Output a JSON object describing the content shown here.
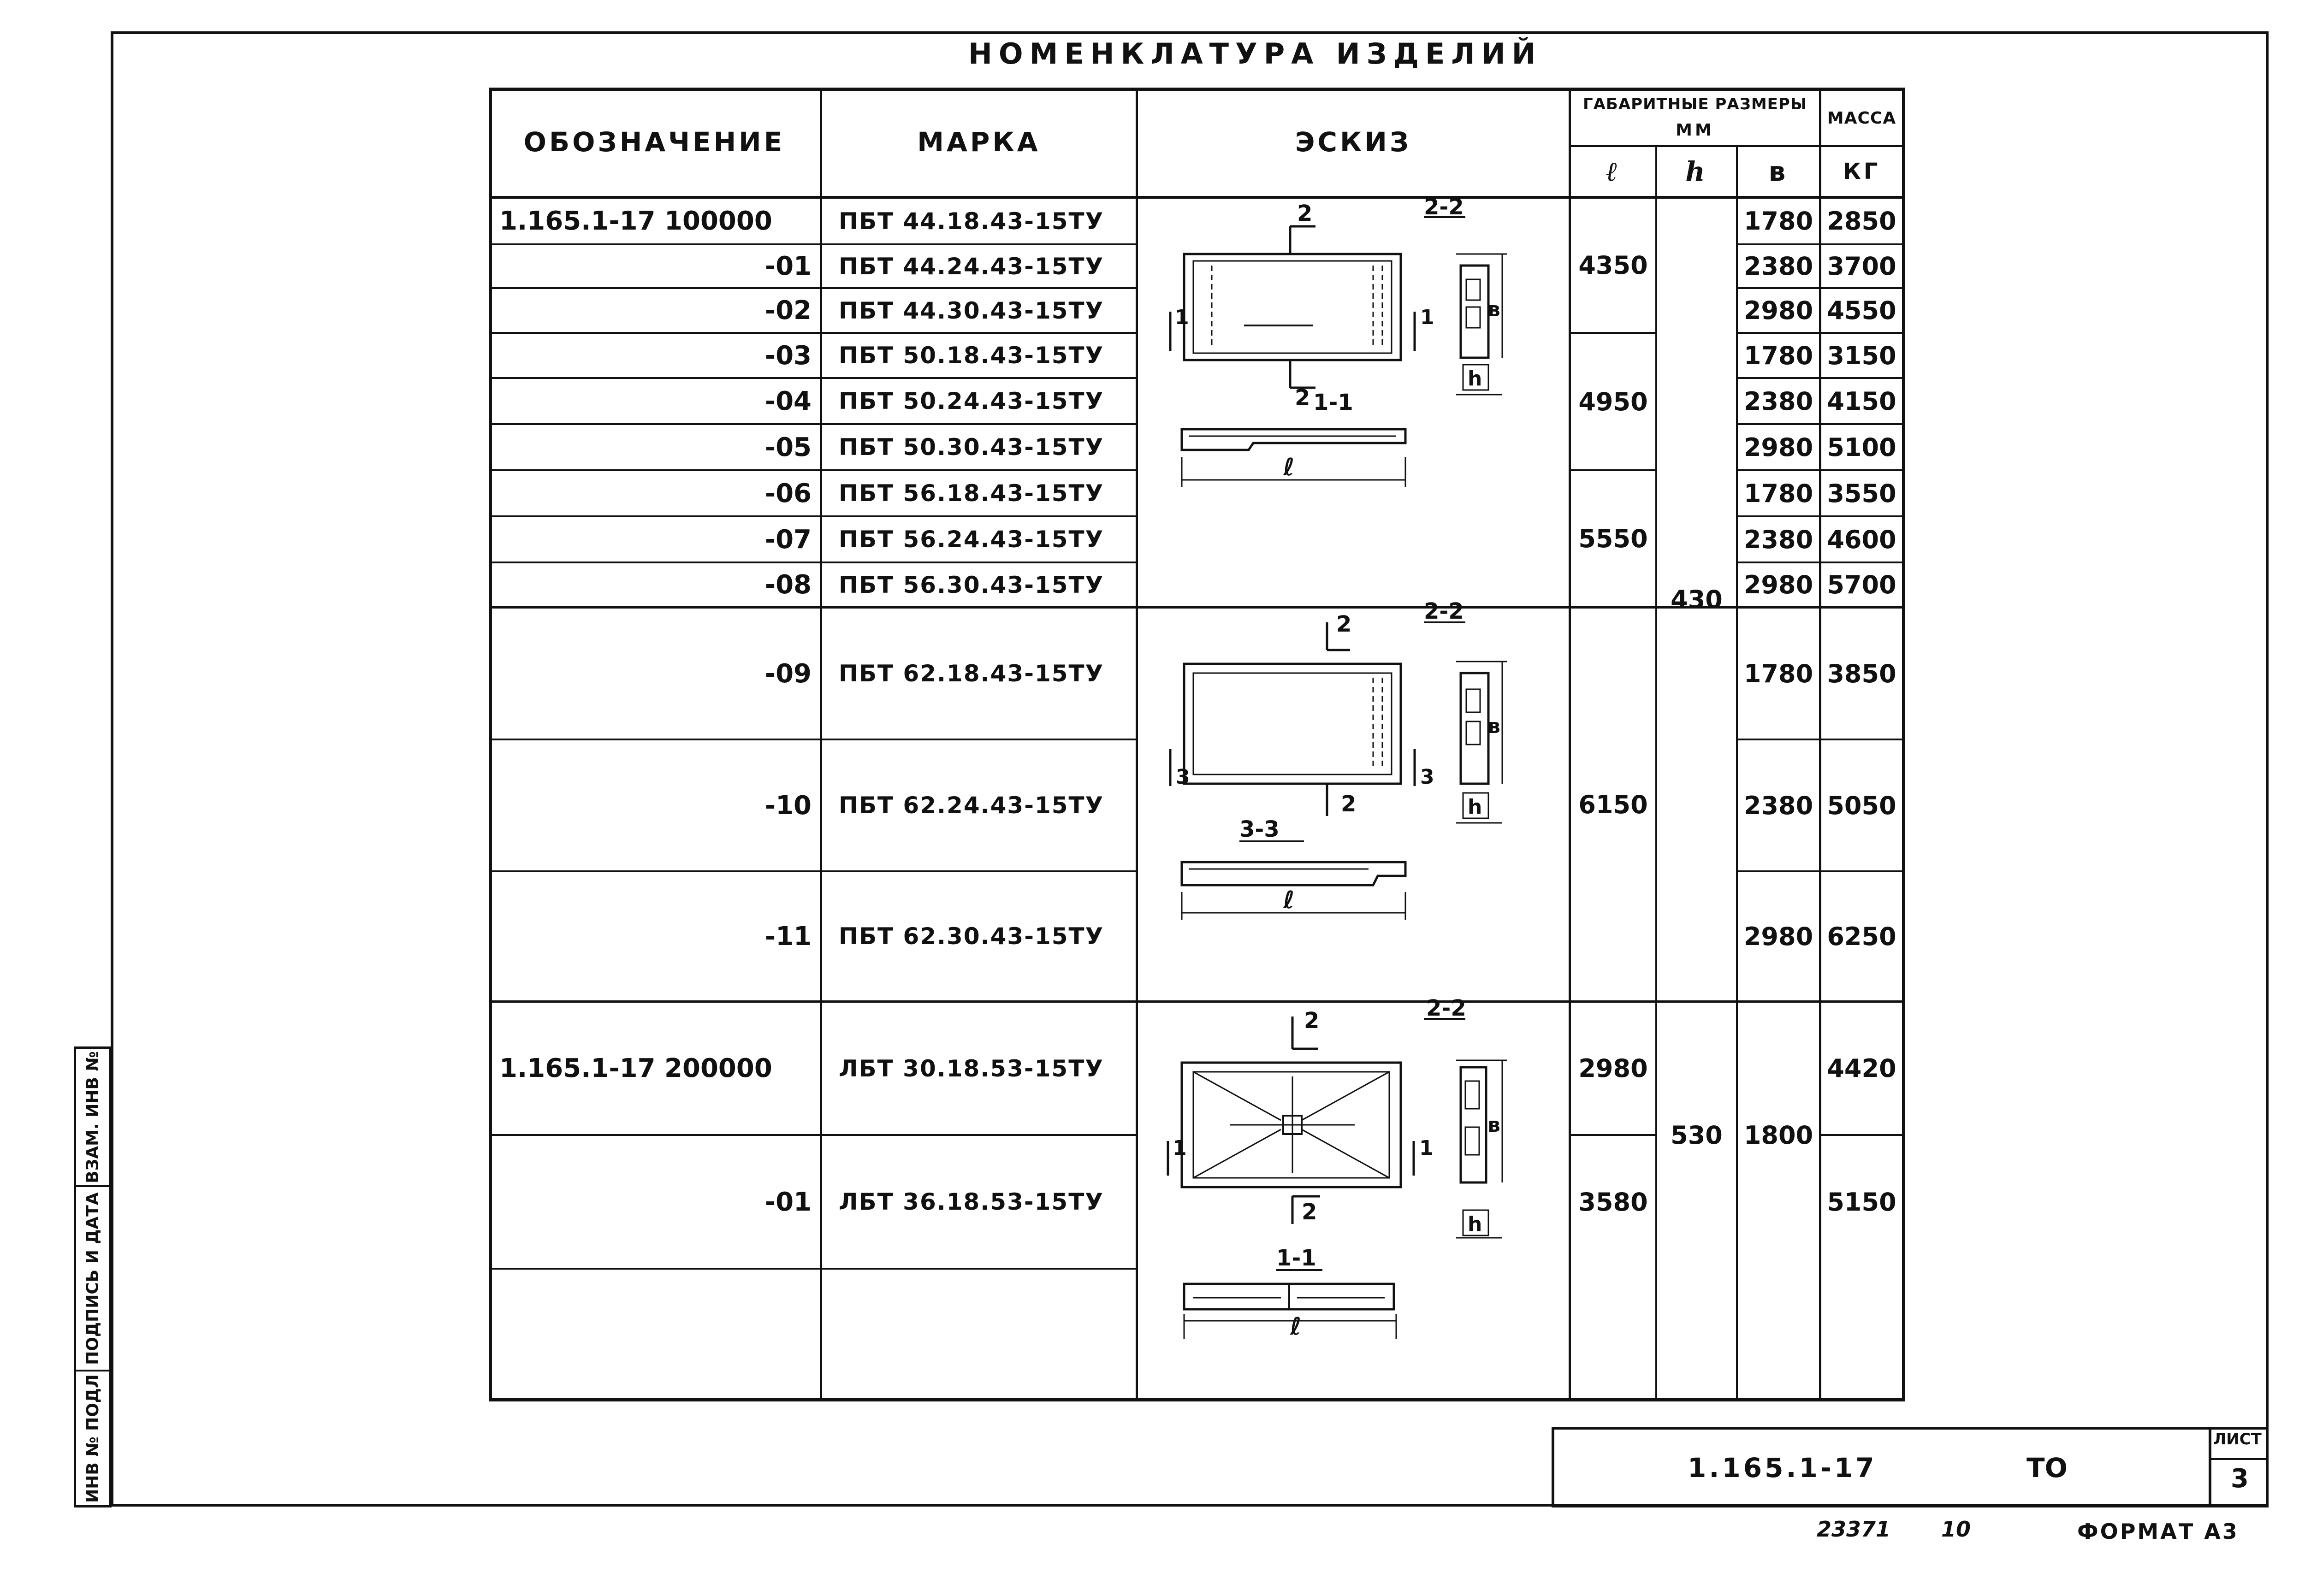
{
  "title": "НОМЕНКЛАТУРА ИЗДЕЛИЙ",
  "headers": {
    "designation": "ОБОЗНАЧЕНИЕ",
    "mark": "МАРКА",
    "sketch": "ЭСКИЗ",
    "dims": "ГАБАРИТНЫЕ РАЗМЕРЫ",
    "dims_unit": "ММ",
    "mass": "МАССА",
    "l": "ℓ",
    "h": "h",
    "b": "в",
    "mass_unit": "КГ"
  },
  "rows": [
    {
      "designation": "1.165.1-17  100000",
      "mark": "ПБТ 44.18.43-15ТУ",
      "b": "1780",
      "mass": "2850"
    },
    {
      "designation": "-01",
      "mark": "ПБТ 44.24.43-15ТУ",
      "b": "2380",
      "mass": "3700"
    },
    {
      "designation": "-02",
      "mark": "ПБТ 44.30.43-15ТУ",
      "b": "2980",
      "mass": "4550"
    },
    {
      "designation": "-03",
      "mark": "ПБТ 50.18.43-15ТУ",
      "b": "1780",
      "mass": "3150"
    },
    {
      "designation": "-04",
      "mark": "ПБТ 50.24.43-15ТУ",
      "b": "2380",
      "mass": "4150"
    },
    {
      "designation": "-05",
      "mark": "ПБТ 50.30.43-15ТУ",
      "b": "2980",
      "mass": "5100"
    },
    {
      "designation": "-06",
      "mark": "ПБТ 56.18.43-15ТУ",
      "b": "1780",
      "mass": "3550"
    },
    {
      "designation": "-07",
      "mark": "ПБТ 56.24.43-15ТУ",
      "b": "2380",
      "mass": "4600"
    },
    {
      "designation": "-08",
      "mark": "ПБТ 56.30.43-15ТУ",
      "b": "2980",
      "mass": "5700"
    },
    {
      "designation": "-09",
      "mark": "ПБТ 62.18.43-15ТУ",
      "b": "1780",
      "mass": "3850"
    },
    {
      "designation": "-10",
      "mark": "ПБТ 62.24.43-15ТУ",
      "b": "2380",
      "mass": "5050"
    },
    {
      "designation": "-11",
      "mark": "ПБТ 62.30.43-15ТУ",
      "b": "2980",
      "mass": "6250"
    },
    {
      "designation": "1.165.1-17 200000",
      "mark": "ЛБТ 30.18.53-15ТУ",
      "mass": "4420"
    },
    {
      "designation": "-01",
      "mark": "ЛБТ 36.18.53-15ТУ",
      "mass": "5150"
    }
  ],
  "merged": {
    "l_4350": "4350",
    "l_4950": "4950",
    "l_5550": "5550",
    "l_6150": "6150",
    "l_2980": "2980",
    "l_3580": "3580",
    "h_430": "430",
    "h_530": "530",
    "b_1800": "1800"
  },
  "sketch_labels": {
    "s1_sec22": "2-2",
    "s1_sec11": "1-1",
    "s2_sec22": "2-2",
    "s2_sec33": "3-3",
    "s3_sec22": "2-2",
    "s3_sec11": "1-1",
    "n1": "1",
    "n2": "2",
    "n3": "3",
    "l": "ℓ",
    "h": "h",
    "b": "в"
  },
  "side_stamp": [
    "ИНВ № ПОДЛ",
    "ПОДПИСЬ И ДАТА",
    "ВЗАМ. ИНВ №"
  ],
  "stamp": {
    "code": "1.165.1-17",
    "doc": "ТО",
    "list_label": "ЛИСТ",
    "list_number": "3"
  },
  "footer": {
    "inv": "23371",
    "sheet": "10",
    "format": "ФОРМАТ А3"
  }
}
